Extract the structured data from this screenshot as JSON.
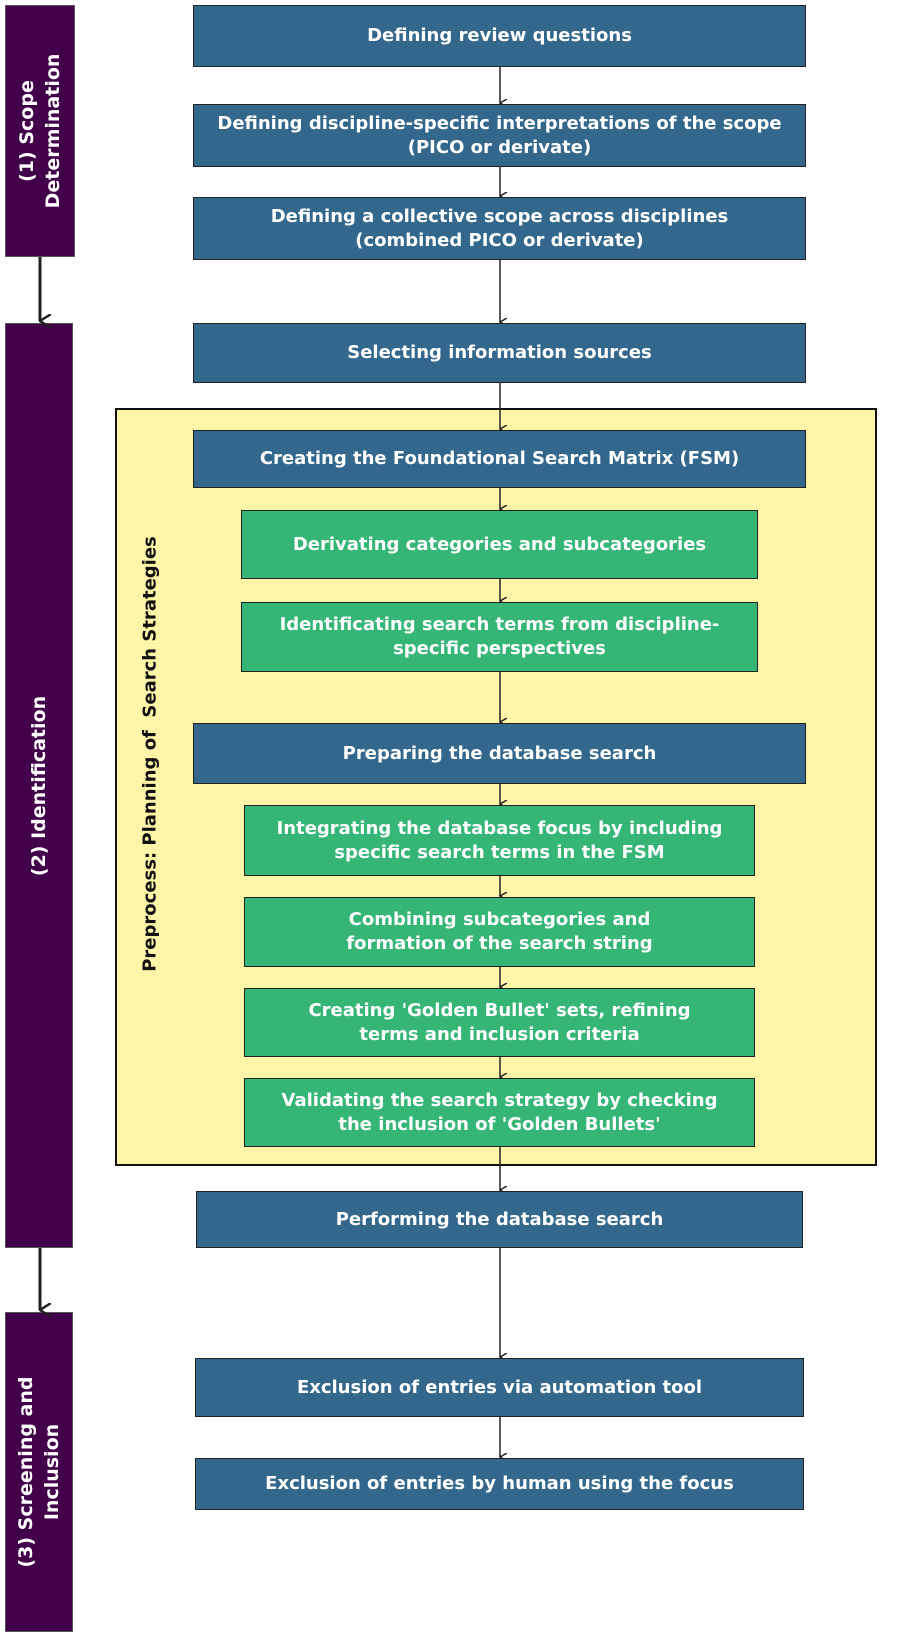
{
  "phases": [
    {
      "label": "(1) Scope\nDetermination"
    },
    {
      "label": "(2) Identification"
    },
    {
      "label": "(3) Screening and\nInclusion"
    }
  ],
  "preprocess_label": "Preprocess: Planning of  Search Strategies",
  "steps": [
    "Defining review questions",
    "Defining discipline-specific interpretations of the scope\n(PICO or derivate)",
    "Defining a collective scope across disciplines\n(combined PICO or derivate)",
    "Selecting information sources",
    "Creating the Foundational Search Matrix (FSM)",
    "Derivating categories and subcategories",
    "Identificating search terms from discipline-\nspecific perspectives",
    "Preparing the database search",
    "Integrating the database focus by including\nspecific search terms in the FSM",
    "Combining subcategories and\nformation of the search string",
    "Creating 'Golden Bullet' sets, refining\nterms and inclusion criteria",
    "Validating  the search strategy by checking\nthe inclusion of 'Golden Bullets'",
    "Performing the database search",
    "Exclusion of entries via automation tool",
    "Exclusion of entries by human using the focus"
  ],
  "colors": {
    "phase": "#42004a",
    "main_step": "#33688c",
    "sub_step": "#35b576",
    "preprocess": "#fff5a8"
  }
}
